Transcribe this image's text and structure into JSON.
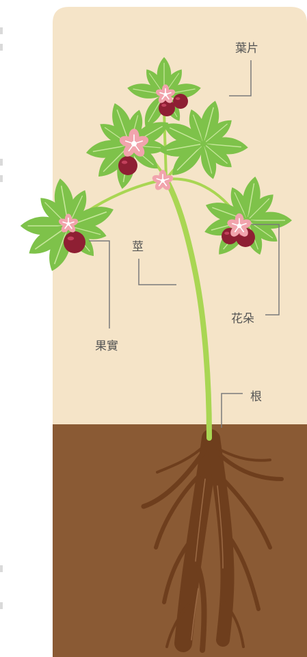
{
  "labels": {
    "leaf": "葉片",
    "stem": "莖",
    "flower": "花朵",
    "fruit": "果實",
    "root": "根"
  },
  "colors": {
    "sky": "#f5e4c8",
    "soil": "#8a5a34",
    "root": "#6e3e1d",
    "root_highlight": "#9b6a45",
    "stem": "#a9d653",
    "leaf": "#7ec24a",
    "leaf_vein": "#c6e79a",
    "flower": "#f1a4ad",
    "flower_center": "#ffffff",
    "berry": "#8e1f33",
    "berry_highlight": "#c2415c",
    "leader_line": "#7a7a7a"
  }
}
